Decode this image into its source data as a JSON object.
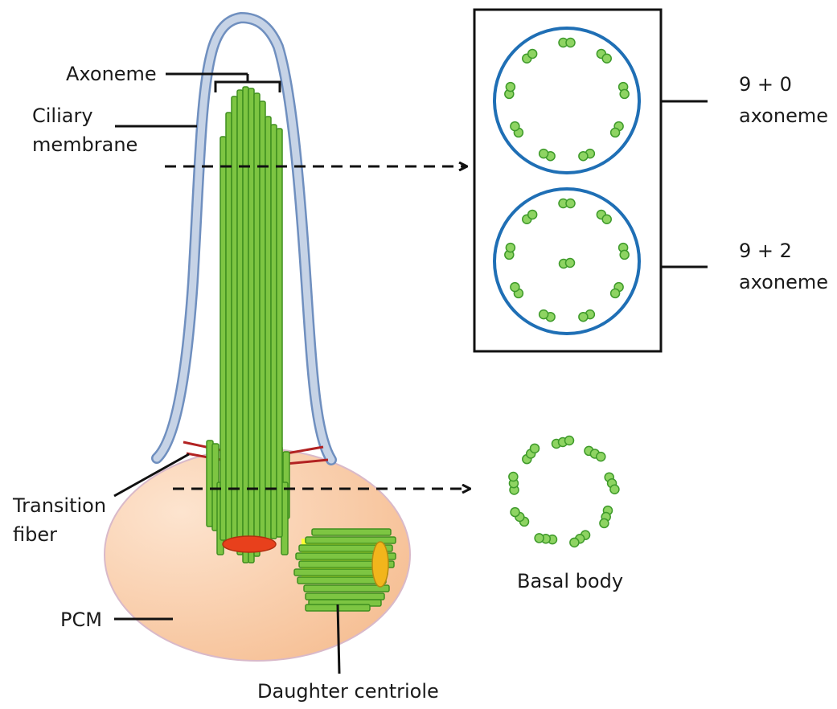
{
  "labels": {
    "axoneme": "Axoneme",
    "ciliary_membrane_1": "Ciliary",
    "ciliary_membrane_2": "membrane",
    "transition_fiber_1": "Transition",
    "transition_fiber_2": "fiber",
    "pcm": "PCM",
    "daughter_centriole": "Daughter centriole",
    "nine_zero_1": "9 + 0",
    "nine_zero_2": "axoneme",
    "nine_two_1": "9 + 2",
    "nine_two_2": "axoneme",
    "basal_body": "Basal body"
  },
  "colors": {
    "microtubule_fill": "#7dc542",
    "microtubule_stroke": "#3f8f1f",
    "membrane": "#9db7dc",
    "pcm_fill": "#f8c8a0",
    "transition_fiber": "#b22222",
    "basal_plate": "#e8401c",
    "centriole_lumen": "#ffff33",
    "cross_section_ring": "#1f6fb5",
    "doublet_fill": "#8ed462",
    "doublet_stroke": "#3e9a2a"
  }
}
